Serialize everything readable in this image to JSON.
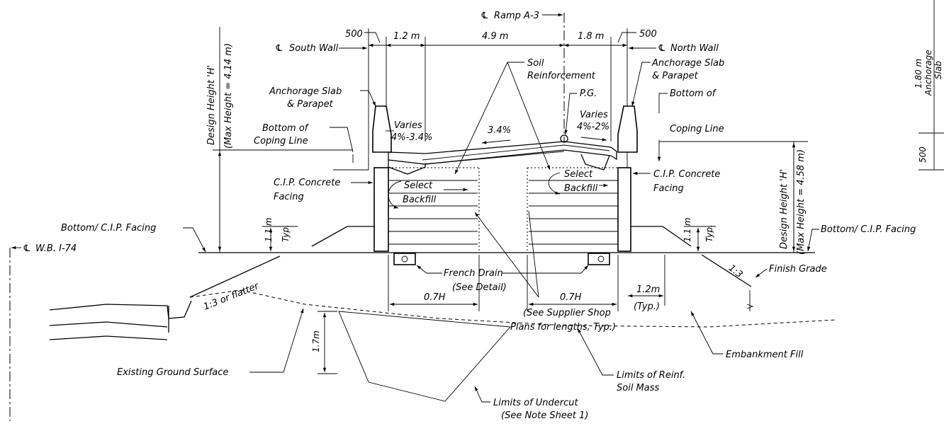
{
  "labels": {
    "cl_ramp": "Ramp A-3",
    "cl_south_wall": "South Wall",
    "cl_north_wall": "North Wall",
    "cl_wb": "W.B. I-74",
    "dim_500_left": "500",
    "dim_500_right": "500",
    "dim_1_2m": "1.2 m",
    "dim_4_9m": "4.9 m",
    "dim_1_8m": "1.8 m",
    "soil_reinf_1": "Soil",
    "soil_reinf_2": "Reinforcement",
    "pg": "P.G.",
    "anchorage_left_1": "Anchorage Slab",
    "anchorage_left_2": "& Parapet",
    "anchorage_right_1": "Anchorage Slab",
    "anchorage_right_2": "& Parapet",
    "varies_left_1": "Varies",
    "varies_left_2": "4%-3.4%",
    "slope_34": "3.4%",
    "varies_right_1": "Varies",
    "varies_right_2": "4%-2%",
    "coping_left_1": "Bottom of",
    "coping_left_2": "Coping Line",
    "coping_right_1": "Bottom of",
    "coping_right_2": "Coping Line",
    "design_h_left_1": "Design Height 'H'",
    "design_h_left_2": "(Max Height = 4.14 m)",
    "design_h_right_1": "Design Height 'H'",
    "design_h_right_2": "(Max Height = 4.58 m)",
    "cip_left_1": "C.I.P. Concrete",
    "cip_left_2": "Facing",
    "cip_right_1": "C.I.P. Concrete",
    "cip_right_2": "Facing",
    "select_left_1": "Select",
    "select_left_2": "Backfill",
    "select_right_1": "Select",
    "select_right_2": "Backfill",
    "bottom_cip_left": "Bottom/ C.I.P. Facing",
    "bottom_cip_right": "Bottom/ C.I.P. Facing",
    "dim_11m_left": "1.1 m",
    "typ_left": "Typ.",
    "dim_11m_right": "1.1 m",
    "typ_right": "Typ.",
    "slope_13_flatter": "1:3 or flatter",
    "slope_13": "1:3",
    "finish_grade": "Finish Grade",
    "french_drain_1": "French Drain",
    "french_drain_2": "(See Detail)",
    "dim_07h_left": "0.7H",
    "dim_07h_right": "0.7H",
    "supplier_1": "(See Supplier Shop",
    "supplier_2": "Plans for lengths, Typ.)",
    "dim_12m_typ_1": "1.2m",
    "dim_12m_typ_2": "(Typ.)",
    "dim_17m": "1.7m",
    "existing_ground": "Existing Ground Surface",
    "embankment_fill": "Embankment Fill",
    "limits_reinf_1": "Limits of Reinf.",
    "limits_reinf_2": "Soil Mass",
    "limits_undercut_1": "Limits of Undercut",
    "limits_undercut_2": "(See Note Sheet 1)",
    "side_180m": "1.80 m",
    "side_anchorage": "Anchorage",
    "side_slab": "Slab",
    "side_500": "500"
  }
}
